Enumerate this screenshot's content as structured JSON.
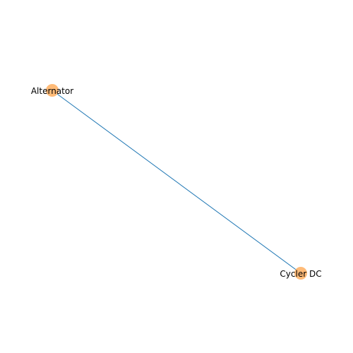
{
  "graph": {
    "nodes": [
      {
        "id": "alternator",
        "label": "Alternator"
      },
      {
        "id": "cycler-dc",
        "label": "Cycler DC"
      }
    ],
    "edges": [
      {
        "source": "alternator",
        "target": "cycler-dc"
      }
    ]
  },
  "colors": {
    "node_fill": "#ffbb78",
    "edge_stroke": "#1f77b4",
    "label_text": "#000000",
    "background": "#ffffff"
  }
}
